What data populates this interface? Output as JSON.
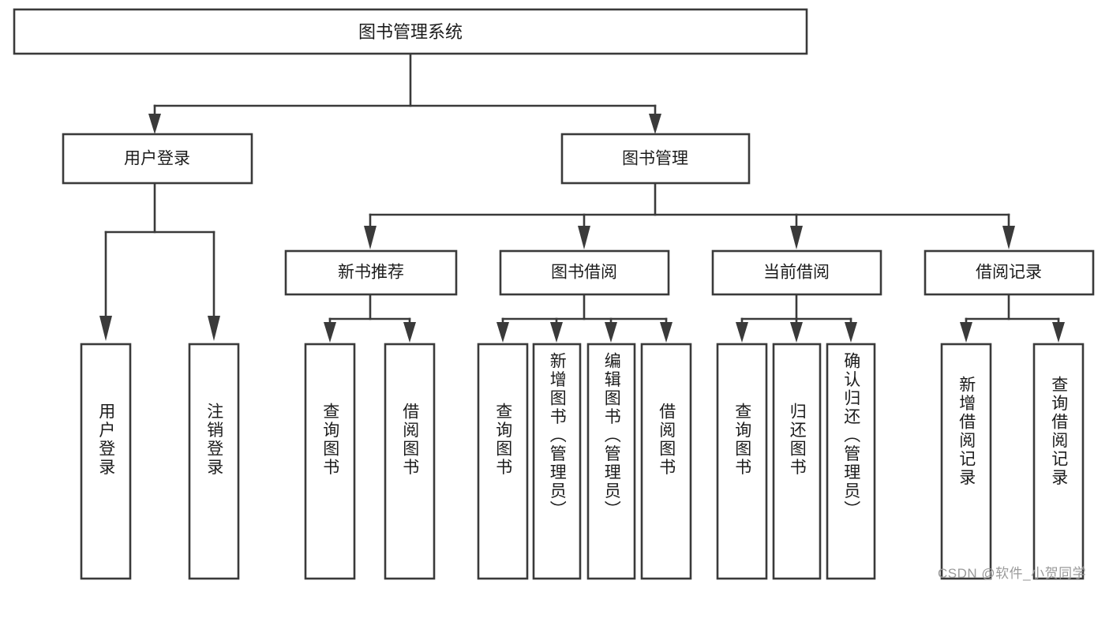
{
  "diagram": {
    "type": "tree-hierarchy",
    "orientation": "top-down",
    "root": {
      "id": "root",
      "label": "图书管理系统",
      "text_orientation": "horizontal"
    },
    "levels": [
      {
        "level": 1,
        "nodes": [
          {
            "id": "user-login",
            "label": "用户登录",
            "text_orientation": "horizontal",
            "parent": "root"
          },
          {
            "id": "book-manage",
            "label": "图书管理",
            "text_orientation": "horizontal",
            "parent": "root"
          }
        ]
      },
      {
        "level": 2,
        "nodes": [
          {
            "id": "new-book-rec",
            "label": "新书推荐",
            "text_orientation": "horizontal",
            "parent": "book-manage"
          },
          {
            "id": "book-borrow",
            "label": "图书借阅",
            "text_orientation": "horizontal",
            "parent": "book-manage"
          },
          {
            "id": "current-borrow",
            "label": "当前借阅",
            "text_orientation": "horizontal",
            "parent": "book-manage"
          },
          {
            "id": "borrow-record",
            "label": "借阅记录",
            "text_orientation": "horizontal",
            "parent": "book-manage"
          }
        ]
      },
      {
        "level": 3,
        "nodes": [
          {
            "id": "leaf-user-login",
            "label": "用户登录",
            "text_orientation": "vertical",
            "parent": "user-login"
          },
          {
            "id": "leaf-logout",
            "label": "注销登录",
            "text_orientation": "vertical",
            "parent": "user-login"
          },
          {
            "id": "leaf-query-book-1",
            "label": "查询图书",
            "text_orientation": "vertical",
            "parent": "new-book-rec"
          },
          {
            "id": "leaf-borrow-book-1",
            "label": "借阅图书",
            "text_orientation": "vertical",
            "parent": "new-book-rec"
          },
          {
            "id": "leaf-query-book-2",
            "label": "查询图书",
            "text_orientation": "vertical",
            "parent": "book-borrow"
          },
          {
            "id": "leaf-add-book",
            "label": "新增图书（管理员）",
            "text_orientation": "vertical",
            "parent": "book-borrow"
          },
          {
            "id": "leaf-edit-book",
            "label": "编辑图书（管理员）",
            "text_orientation": "vertical",
            "parent": "book-borrow"
          },
          {
            "id": "leaf-borrow-book-2",
            "label": "借阅图书",
            "text_orientation": "vertical",
            "parent": "book-borrow"
          },
          {
            "id": "leaf-query-book-3",
            "label": "查询图书",
            "text_orientation": "vertical",
            "parent": "current-borrow"
          },
          {
            "id": "leaf-return-book",
            "label": "归还图书",
            "text_orientation": "vertical",
            "parent": "current-borrow"
          },
          {
            "id": "leaf-confirm-return",
            "label": "确认归还（管理员）",
            "text_orientation": "vertical",
            "parent": "current-borrow"
          },
          {
            "id": "leaf-add-record",
            "label": "新增借阅记录",
            "text_orientation": "vertical",
            "parent": "borrow-record"
          },
          {
            "id": "leaf-query-record",
            "label": "查询借阅记录",
            "text_orientation": "vertical",
            "parent": "borrow-record"
          }
        ]
      }
    ],
    "colors": {
      "box_stroke": "#3a3a3a",
      "box_fill": "#ffffff",
      "text": "#1c1c1c",
      "canvas": "#ffffff",
      "watermark": "#9a9a9a"
    }
  },
  "watermark": {
    "text": "CSDN @软件_小贺同学"
  }
}
